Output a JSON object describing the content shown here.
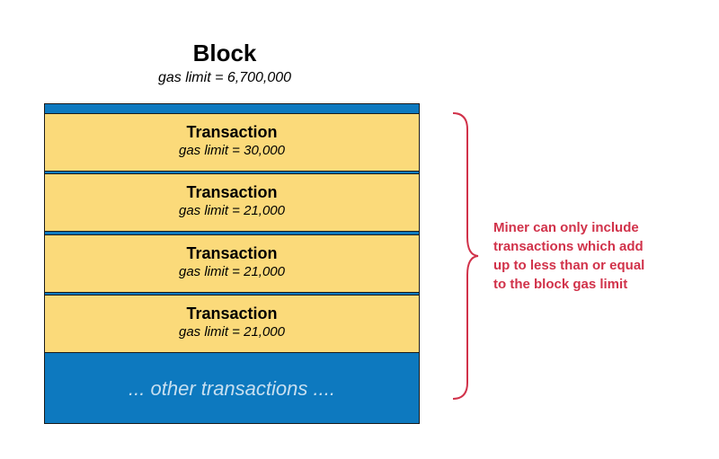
{
  "block": {
    "title": "Block",
    "gas_limit": "gas limit = 6,700,000"
  },
  "transactions": [
    {
      "title": "Transaction",
      "gas_limit": "gas limit = 30,000"
    },
    {
      "title": "Transaction",
      "gas_limit": "gas limit = 21,000"
    },
    {
      "title": "Transaction",
      "gas_limit": "gas limit = 21,000"
    },
    {
      "title": "Transaction",
      "gas_limit": "gas limit = 21,000"
    }
  ],
  "other_transactions": "... other transactions ....",
  "note": {
    "lines": [
      "Miner can only include",
      "transactions which add",
      "up to less than or equal",
      "to the block gas limit"
    ]
  },
  "colors": {
    "block_fill": "#0d79bf",
    "transaction_fill": "#fbda7a",
    "note_text": "#d1324a",
    "brace": "#d1324a"
  }
}
